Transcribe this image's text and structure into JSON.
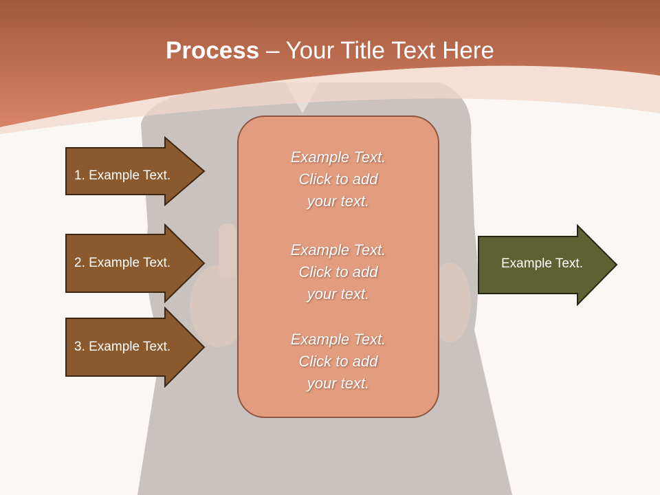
{
  "slide": {
    "title_bold": "Process",
    "title_rest": " – Your Title Text Here"
  },
  "left_arrows": [
    {
      "label": "1. Example Text."
    },
    {
      "label": "2. Example Text."
    },
    {
      "label": "3. Example Text."
    }
  ],
  "center_box": {
    "blocks": [
      {
        "line1": "Example Text.",
        "line2": "Click  to add",
        "line3": "your text."
      },
      {
        "line1": "Example Text.",
        "line2": "Click  to add",
        "line3": "your text."
      },
      {
        "line1": "Example Text.",
        "line2": "Click  to add",
        "line3": "your text."
      }
    ]
  },
  "right_arrow": {
    "label": "Example Text."
  },
  "colors": {
    "header": "#c9704f",
    "left_arrow_fill": "#8a5a2e",
    "right_arrow_fill": "#5e6232",
    "center_box_fill": "#e29c7f"
  }
}
